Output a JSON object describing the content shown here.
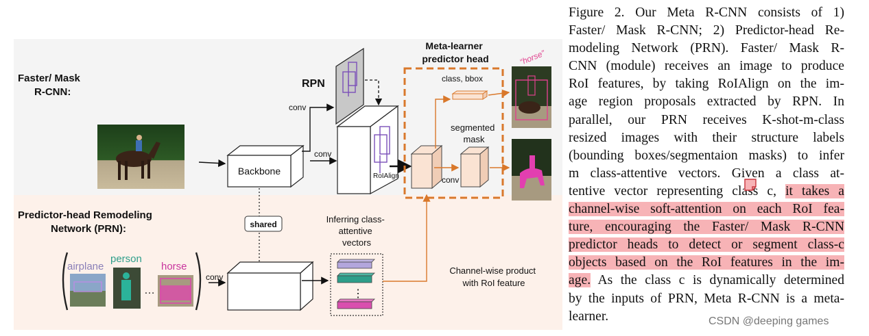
{
  "figure": {
    "faster_label": [
      "Faster/ Mask",
      "R-CNN:"
    ],
    "prn_label": [
      "Predictor-head Remodeling",
      "Network (PRN):"
    ],
    "rpn": "RPN",
    "conv": "conv",
    "backbone": "Backbone",
    "shared": "shared",
    "roialign": "RoIAlign",
    "meta_learner": [
      "Meta-learner",
      "predictor head"
    ],
    "class_bbox": "class, bbox",
    "segmented_mask": [
      "segmented",
      "mask"
    ],
    "horse_tag": "“horse”",
    "inferring": [
      "Inferring class-",
      "attentive",
      "vectors"
    ],
    "vdots": "⋮",
    "channel_wise": [
      "Channel-wise product",
      "with RoI feature"
    ],
    "class_names": [
      "airplane",
      "person",
      "horse"
    ],
    "ellipsis": "…",
    "colors": {
      "orange": "#d9782b",
      "airplane": "#8a7fb8",
      "person": "#2e9e8a",
      "horse": "#c8359e",
      "prn_bg": "#fdf1ea",
      "roi": "#fae3d3"
    }
  },
  "caption": {
    "lines": [
      "Figure 2. Our Meta R-CNN consists of 1)",
      "Faster/ Mask R-CNN; 2) Predictor-head Re-",
      "modeling Network (PRN). Faster/ Mask R-",
      "CNN (module) receives an image to produce",
      "RoI features, by taking RoIAlign on the im-",
      "age region proposals extracted by RPN. In",
      "parallel, our PRN receives K-shot-m-class",
      "resized images with their structure labels",
      "(bounding boxes/segmentaion masks) to infer",
      "m class-attentive vectors.  Given a class at-",
      "tentive vector representing class c,"
    ],
    "highlight_start": "it takes a",
    "highlight_lines": [
      "channel-wise soft-attention on each RoI fea-",
      "ture, encouraging the Faster/ Mask R-CNN",
      "predictor heads to detect or segment class-c",
      "objects based on the RoI features in the im-"
    ],
    "highlight_end": "age.",
    "tail_after": "As the class c is dynamically determined",
    "tail_lines": [
      "by the inputs of PRN, Meta R-CNN is a meta-",
      "learner."
    ]
  },
  "watermark": "CSDN @deeping games"
}
